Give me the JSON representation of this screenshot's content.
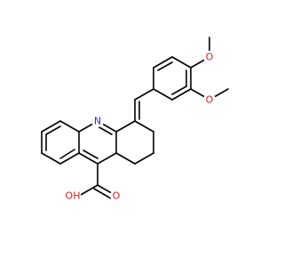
{
  "molecule": {
    "atom_labels": {
      "N": "N",
      "O_ketone_side": "O",
      "O_hydroxyl": "OH",
      "O_methoxy_top": "O",
      "O_methoxy_side": "O"
    },
    "colors": {
      "bond": "#000000",
      "nitrogen": "#2a2acc",
      "oxygen": "#cc2020",
      "background": "#ffffff"
    }
  }
}
